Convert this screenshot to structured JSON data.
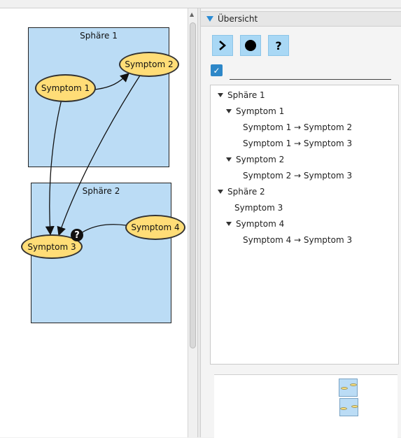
{
  "canvas": {
    "spheres": [
      {
        "label": "Sphäre 1"
      },
      {
        "label": "Sphäre 2"
      }
    ],
    "nodes": [
      {
        "label": "Symptom 1"
      },
      {
        "label": "Symptom 2"
      },
      {
        "label": "Symptom 3"
      },
      {
        "label": "Symptom 4"
      }
    ],
    "question_badge": "?"
  },
  "panel": {
    "title": "Übersicht",
    "toolbar": {
      "next_icon": "chevron-right-icon",
      "record_icon": "circle-icon",
      "help_icon": "question-icon"
    },
    "filter": {
      "checked": true,
      "check_glyph": "✓",
      "value": ""
    },
    "tree": [
      {
        "label": "Sphäre 1"
      },
      {
        "label": "Symptom 1"
      },
      {
        "label": "Symptom 1 → Symptom 2"
      },
      {
        "label": "Symptom 1 → Symptom 3"
      },
      {
        "label": "Symptom 2"
      },
      {
        "label": "Symptom 2 → Symptom 3"
      },
      {
        "label": "Sphäre 2"
      },
      {
        "label": "Symptom 3"
      },
      {
        "label": "Symptom 4"
      },
      {
        "label": "Symptom 4 → Symptom 3"
      }
    ]
  },
  "colors": {
    "sphere_fill": "#bbdcf5",
    "node_fill": "#ffdd77",
    "accent": "#2d87c8",
    "tool_button": "#a9d8f5"
  }
}
